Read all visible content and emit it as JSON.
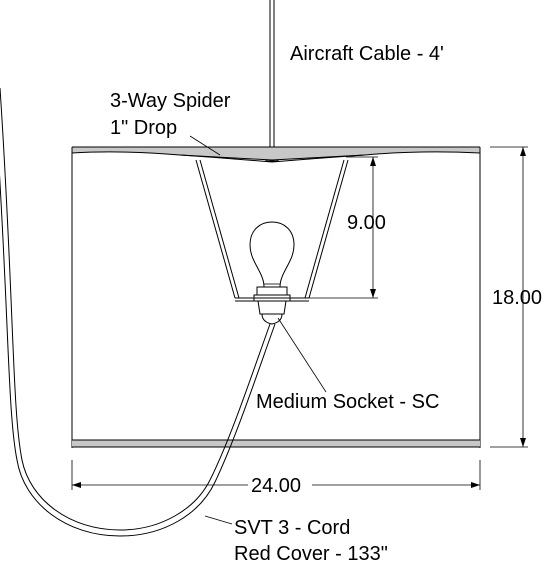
{
  "labels": {
    "cable": "Aircraft Cable - 4'",
    "spider_line1": "3-Way Spider",
    "spider_line2": "1\" Drop",
    "drop_dim": "9.00",
    "height_dim": "18.00",
    "socket": "Medium Socket - SC",
    "width_dim": "24.00",
    "cord_line1": "SVT 3 - Cord",
    "cord_line2": "Red Cover - 133\""
  }
}
